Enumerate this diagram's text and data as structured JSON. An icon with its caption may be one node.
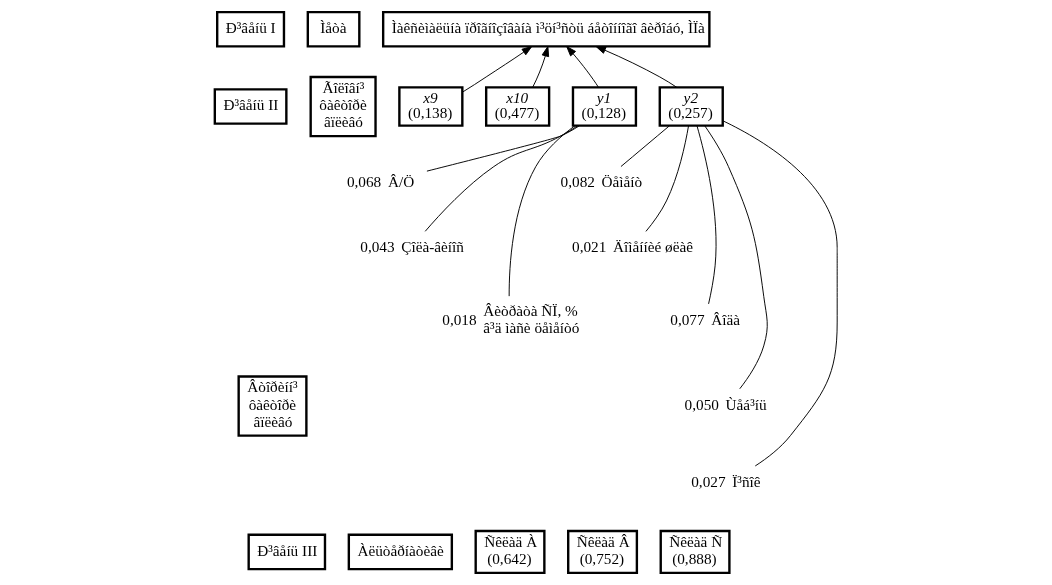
{
  "diagram": {
    "nodes": [
      {
        "text": [
          "Ð³âåíü I"
        ]
      },
      {
        "text": [
          "Ìåòà"
        ]
      },
      {
        "text": [
          "Ìàêñèìàëüíà ïðîãíîçîâàíà ì³öí³ñòü áåòîííîãî âèðîáó, ÌÏà"
        ]
      },
      {
        "text": [
          "Ð³âåíü II"
        ]
      },
      {
        "text": [
          "Ãîëîâí³ ôàêòîðè âïëèâó"
        ]
      },
      {
        "text": [
          "x9",
          "(0,138)"
        ]
      },
      {
        "text": [
          "x10",
          "(0,477)"
        ]
      },
      {
        "text": [
          "y1",
          "(0,128)"
        ]
      },
      {
        "text": [
          "y2",
          "(0,257)"
        ]
      },
      {
        "text": [
          "Âòîðèíí³ ôàêòîðè âïëèâó"
        ]
      },
      {
        "text": [
          "Â/Ö"
        ],
        "beside": [
          "0,068"
        ]
      },
      {
        "text": [
          "Çîëà-âèíîñ"
        ],
        "beside": [
          "0,043"
        ]
      },
      {
        "text": [
          "Âèòðàòà ÑÏ, % â³ä ìàñè öåìåíòó"
        ],
        "beside": [
          "0,018"
        ]
      },
      {
        "text": [
          "Öåìåíò"
        ],
        "beside": [
          "0,082"
        ]
      },
      {
        "text": [
          "Äîìåííèé øëàê"
        ],
        "beside": [
          "0,021"
        ]
      },
      {
        "text": [
          "Âîäà"
        ],
        "beside": [
          "0,077"
        ]
      },
      {
        "text": [
          "Ùåá³íü"
        ],
        "beside": [
          "0,050"
        ]
      },
      {
        "text": [
          "Ï³ñîê"
        ],
        "beside": [
          "0,027"
        ]
      },
      {
        "text": [
          "Ð³âåíü III"
        ]
      },
      {
        "text": [
          "Àëüòåðíàòèâè"
        ]
      },
      {
        "text": [
          "Ñêëàä À",
          "(0,642)"
        ]
      },
      {
        "text": [
          "Ñêëàä Â",
          "(0,752)"
        ]
      },
      {
        "text": [
          "Ñêëàä Ñ",
          "(0,888)"
        ]
      }
    ],
    "edges": [
      {
        "from": 5,
        "to": 2,
        "arrow": "to"
      },
      {
        "from": 6,
        "to": 2,
        "arrow": "to"
      },
      {
        "from": 7,
        "to": 2,
        "arrow": "to"
      },
      {
        "from": 8,
        "to": 2,
        "arrow": "to"
      },
      {
        "from": 7,
        "to": 10,
        "arrow": "none"
      },
      {
        "from": 7,
        "to": 11,
        "arrow": "none"
      },
      {
        "from": 7,
        "to": 12,
        "arrow": "none"
      },
      {
        "from": 8,
        "to": 13,
        "arrow": "none"
      },
      {
        "from": 8,
        "to": 14,
        "arrow": "none"
      },
      {
        "from": 8,
        "to": 15,
        "arrow": "none"
      },
      {
        "from": 8,
        "to": 16,
        "arrow": "none"
      },
      {
        "from": 8,
        "to": 17,
        "arrow": "none"
      }
    ]
  }
}
